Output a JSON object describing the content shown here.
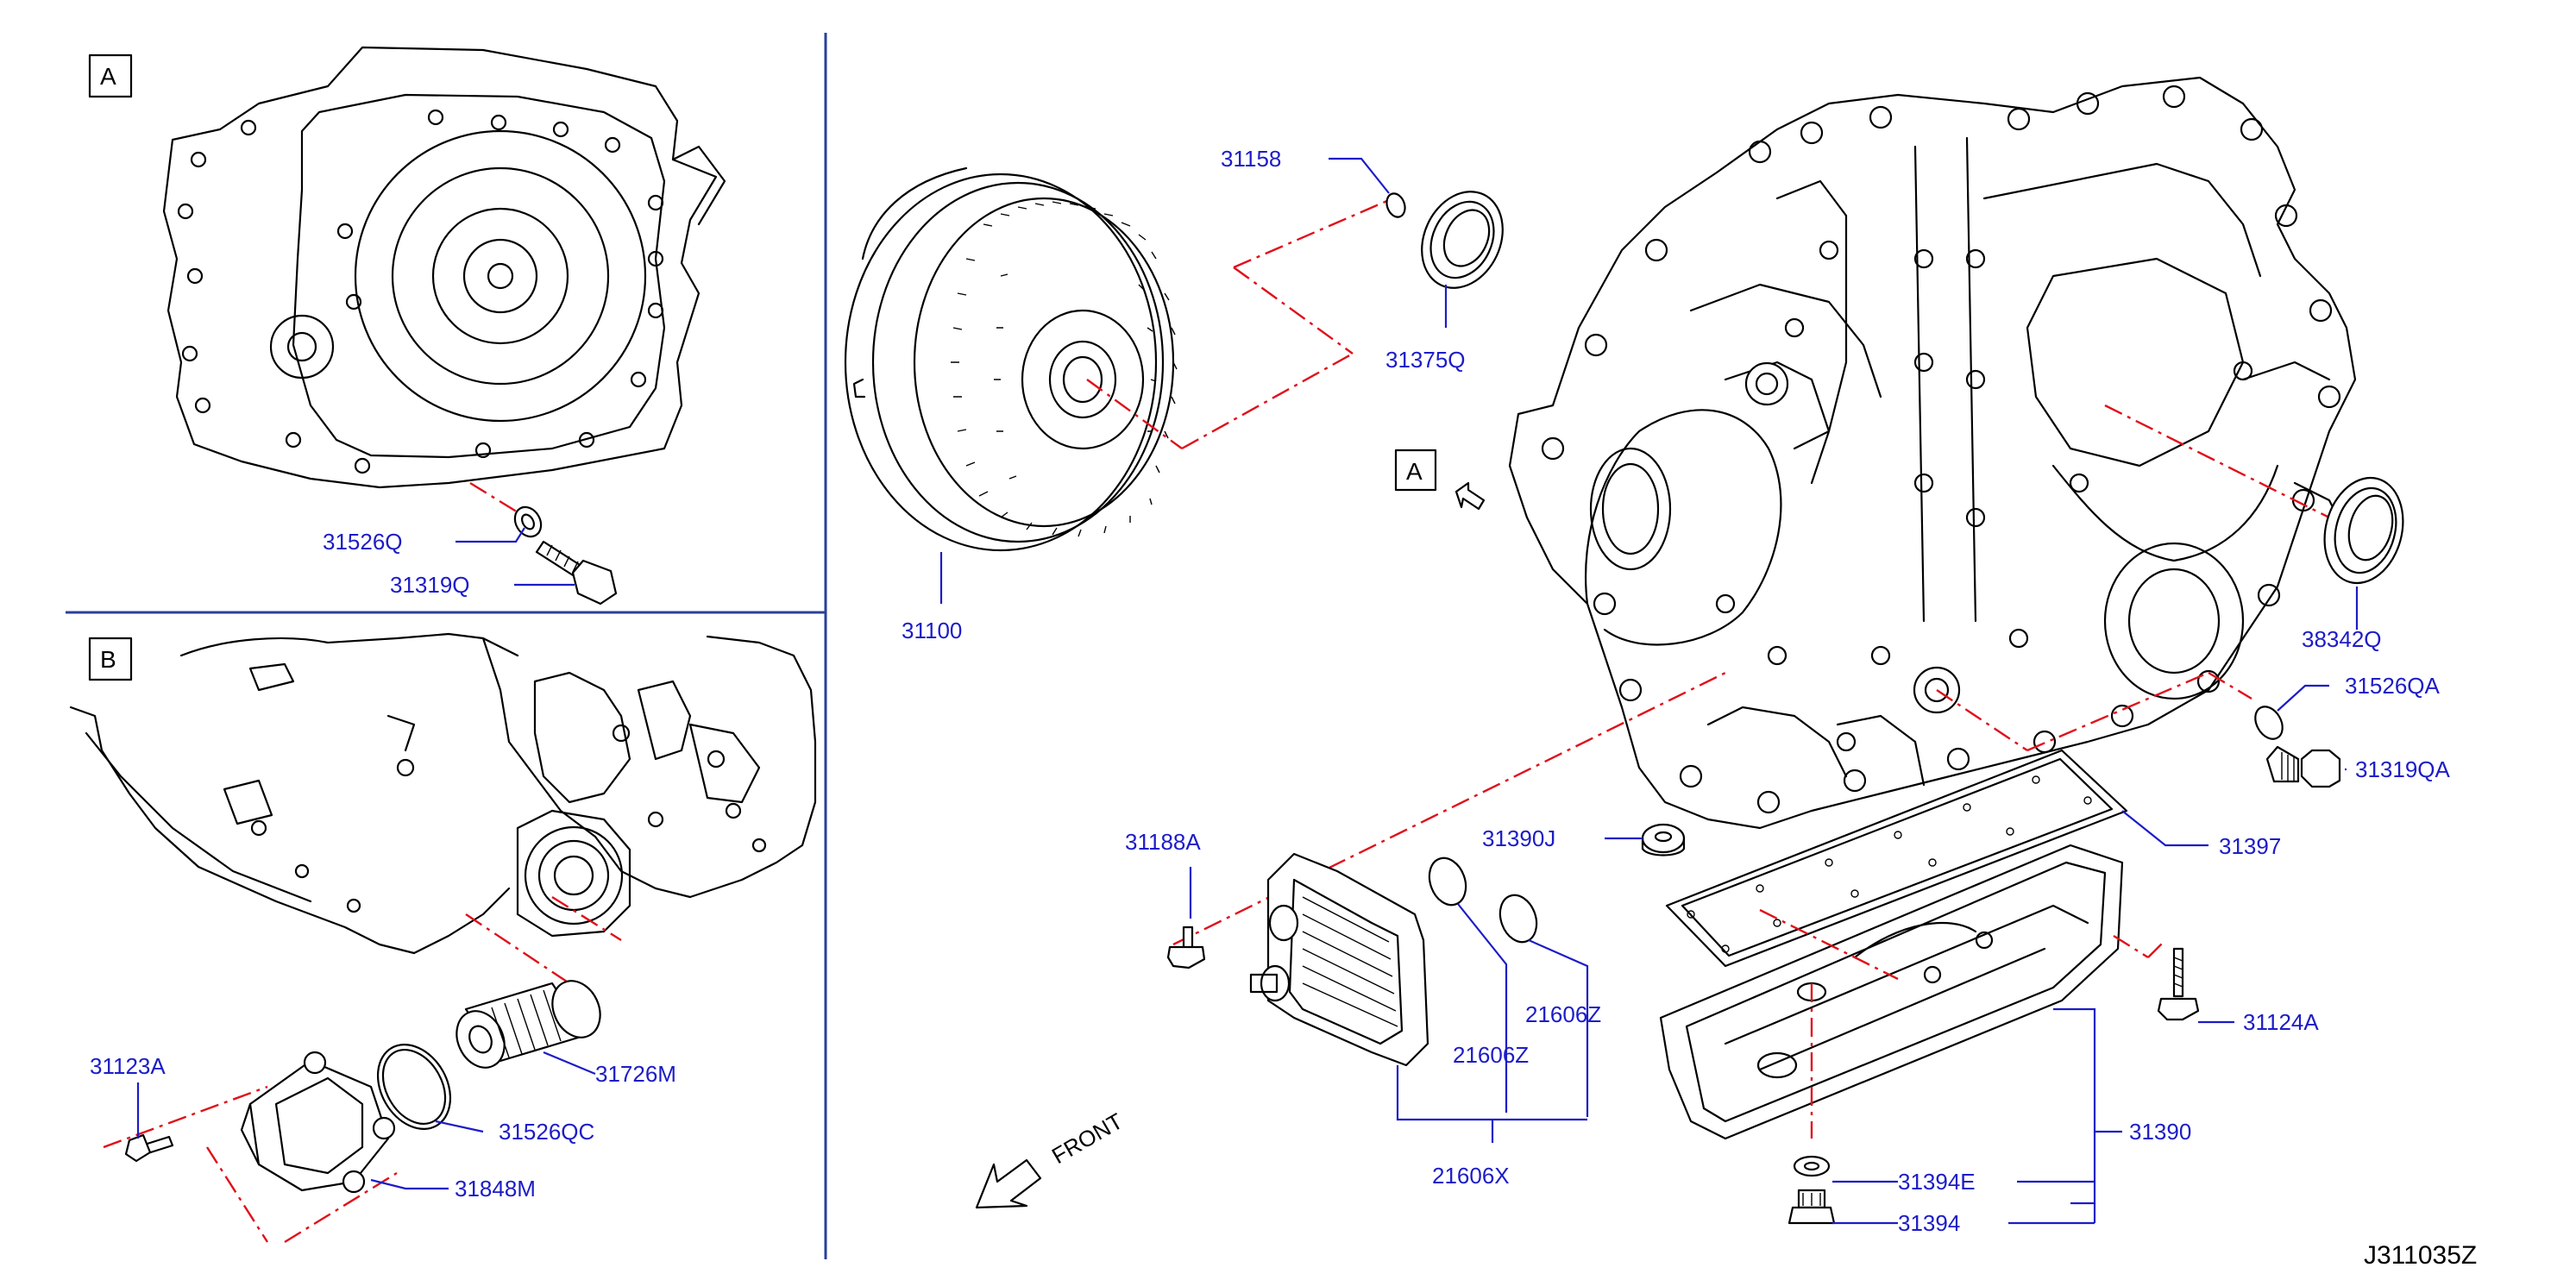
{
  "insets": {
    "a_label": "A",
    "b_label": "B",
    "a_marker": "A"
  },
  "parts": {
    "p31526Q": "31526Q",
    "p31319Q": "31319Q",
    "p31100": "31100",
    "p31158": "31158",
    "p31375Q": "31375Q",
    "p38342Q": "38342Q",
    "p31526QA": "31526QA",
    "p31319QA": "31319QA",
    "p31397": "31397",
    "p31188A": "31188A",
    "p31390J": "31390J",
    "p21606Z_a": "21606Z",
    "p21606Z_b": "21606Z",
    "p21606X": "21606X",
    "p31124A": "31124A",
    "p31390": "31390",
    "p31394E": "31394E",
    "p31394": "31394",
    "p31123A": "31123A",
    "p31726M": "31726M",
    "p31526QC": "31526QC",
    "p31848M": "31848M"
  },
  "direction_label": "FRONT",
  "diagram_code": "J311035Z",
  "colors": {
    "callout": "#1c1cc8",
    "centerline": "#e0101a",
    "divider": "#2a3f9a",
    "ink": "#000000"
  }
}
